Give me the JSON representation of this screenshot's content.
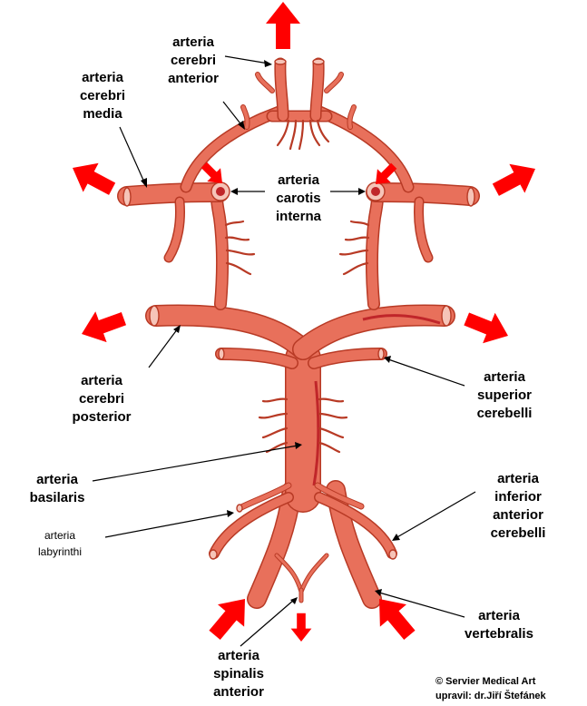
{
  "labels": {
    "cerebri_anterior": [
      "arteria",
      "cerebri",
      "anterior"
    ],
    "cerebri_media": [
      "arteria",
      "cerebri",
      "media"
    ],
    "carotis_interna": [
      "arteria",
      "carotis",
      "interna"
    ],
    "cerebri_posterior": [
      "arteria",
      "cerebri",
      "posterior"
    ],
    "superior_cerebelli": [
      "arteria",
      "superior",
      "cerebelli"
    ],
    "basilaris": [
      "arteria",
      "basilaris"
    ],
    "labyrinthi": [
      "arteria",
      "labyrinthi"
    ],
    "inferior_anterior_cerebelli": [
      "arteria",
      "inferior",
      "anterior",
      "cerebelli"
    ],
    "vertebralis": [
      "arteria",
      "vertebralis"
    ],
    "spinalis_anterior": [
      "arteria",
      "spinalis",
      "anterior"
    ]
  },
  "credits": {
    "line1": "© Servier Medical Art",
    "line2": "upravil: dr.Jiří Štefánek"
  },
  "colors": {
    "vessel": "#e8705b",
    "vessel_outline": "#b83a25",
    "flow_arrow": "#ff0000"
  }
}
